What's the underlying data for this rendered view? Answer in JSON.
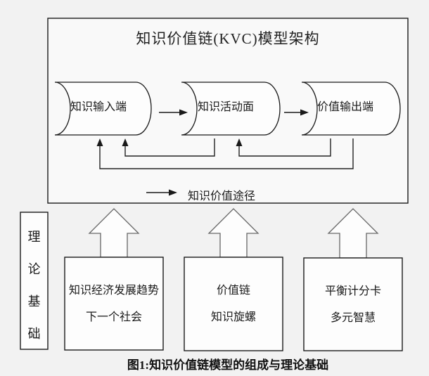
{
  "page": {
    "background": "#f2f2f2"
  },
  "diagram": {
    "title": "知识价值链(KVC)模型架构",
    "cylinders": [
      {
        "label": "知识输入端"
      },
      {
        "label": "知识活动面"
      },
      {
        "label": "价值输出端"
      }
    ],
    "legend": {
      "label": "知识价值途径",
      "arrow_icon": "right-arrow"
    },
    "theory_label": {
      "chars": [
        "理",
        "论",
        "基",
        "础"
      ]
    },
    "foundation_boxes": [
      {
        "line1": "知识经济发展趋势",
        "line2": "下一个社会"
      },
      {
        "line1": "价值链",
        "line2": "知识旋螺"
      },
      {
        "line1": "平衡计分卡",
        "line2": "多元智慧"
      }
    ],
    "caption": "图1:知识价值链模型的组成与理论基础"
  },
  "colors": {
    "outline": "#1a1a1a",
    "block_arrow_outline": "#666666",
    "shape_fill": "#fdfdfd"
  }
}
